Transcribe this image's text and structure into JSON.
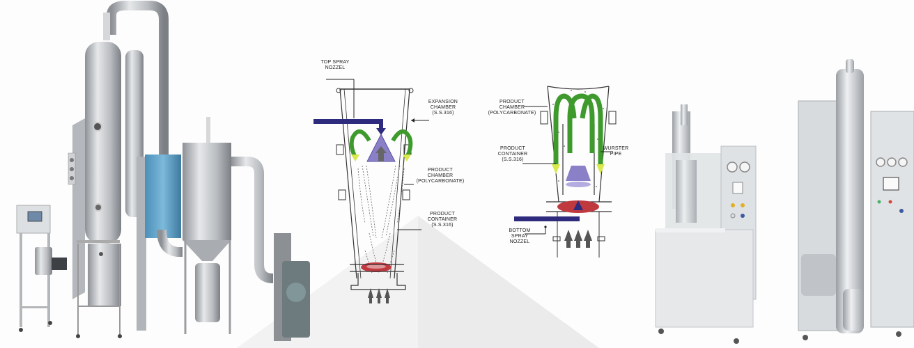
{
  "figure": {
    "panels": [
      {
        "id": "large-fluid-bed-system",
        "description": "Large-scale fluid bed processor with control panel, expansion tower, blue air handler, bag filter/cyclone and exhaust fan"
      },
      {
        "id": "top-spray-diagram",
        "description": "Top spray fluid bed schematic"
      },
      {
        "id": "bottom-spray-diagram",
        "description": "Bottom spray (Wurster) fluid bed schematic"
      },
      {
        "id": "lab-fluid-bed-unit",
        "description": "Laboratory fluid bed unit with gauges and control panel"
      },
      {
        "id": "pilot-fluid-bed-unit",
        "description": "Pilot fluid bed unit with touchscreen and gauges"
      }
    ]
  },
  "top_spray": {
    "nozzle_label": "TOP SPRAY\nNOZZEL",
    "expansion_label": "EXPANSION\nCHAMBER\n(S.S.316)",
    "chamber_label": "PRODUCT\nCHAMBER\n(POLYCARBONATE)",
    "container_label": "PRODUCT\nCONTAINER\n(S.S.316)"
  },
  "bottom_spray": {
    "chamber_label": "PRODUCT\nCHAMBER\n(POLYCARBONATE)",
    "container_label": "PRODUCT\nCONTAINER\n(S.S.316)",
    "pipe_label": "WURSTER\nPIPE",
    "nozzle_label": "BOTTOM\nSPRAY\nNOZZEL"
  },
  "colors": {
    "stainless": "#c9ccd0",
    "stainless_dark": "#8d9196",
    "blue_unit": "#5fa3c8",
    "nozzle_navy": "#2e2a7e",
    "arrow_green": "#3f9a2e",
    "arrow_yellow": "#d9e84a",
    "deflector_purple": "#8a80c8",
    "bed_red": "#c0393f"
  }
}
